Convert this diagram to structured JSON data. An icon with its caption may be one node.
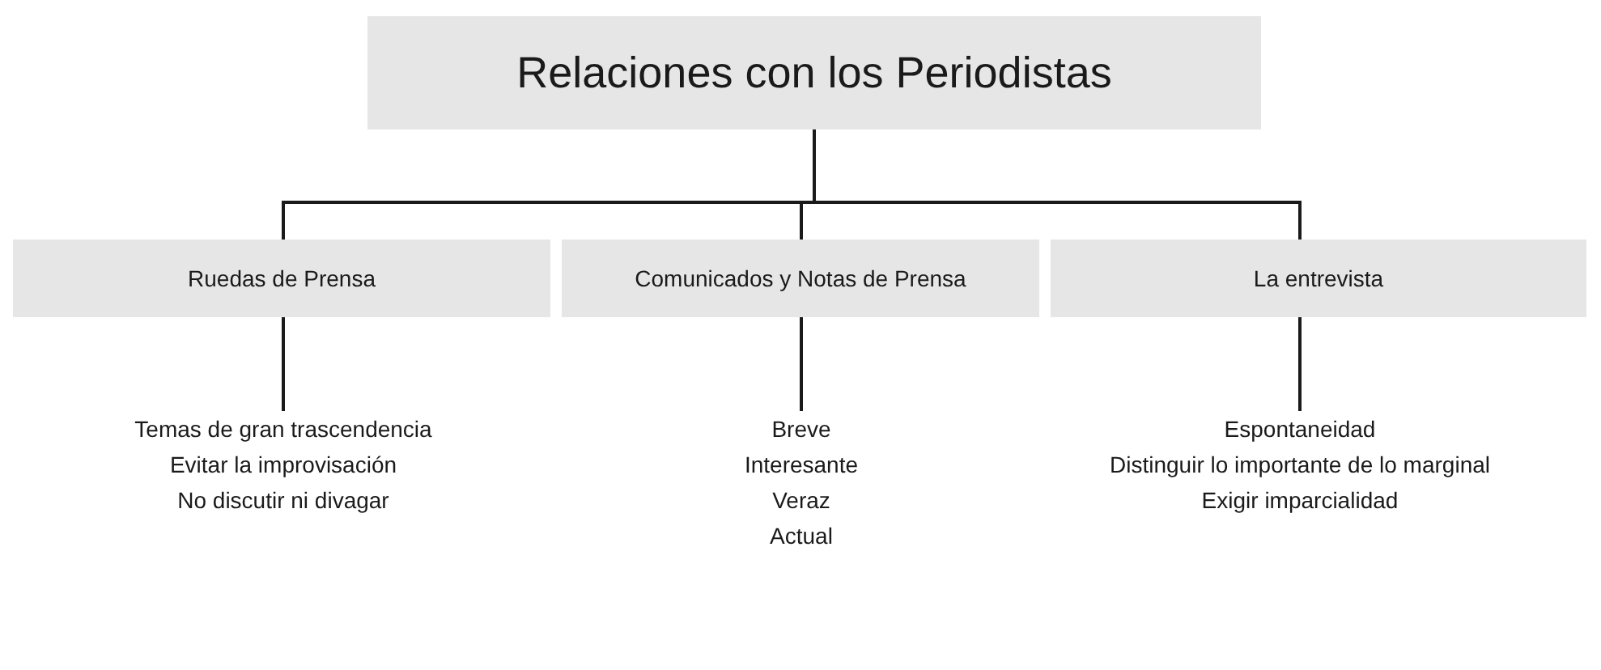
{
  "diagram": {
    "nodes": [
      {
        "text": [
          "Relaciones con los Periodistas"
        ]
      },
      {
        "text": [
          "Ruedas de Prensa"
        ]
      },
      {
        "text": [
          "Comunicados y Notas de Prensa"
        ]
      },
      {
        "text": [
          "La entrevista"
        ]
      },
      {
        "text": [
          "Temas de gran trascendencia",
          "Evitar la improvisación",
          "No discutir ni divagar"
        ]
      },
      {
        "text": [
          "Breve",
          "Interesante",
          "Veraz",
          "Actual"
        ]
      },
      {
        "text": [
          "Espontaneidad",
          "Distinguir lo importante de lo marginal",
          "Exigir imparcialidad"
        ]
      }
    ],
    "edges": [
      {
        "from": 0,
        "to": 1,
        "arrow": "none"
      },
      {
        "from": 0,
        "to": 2,
        "arrow": "none"
      },
      {
        "from": 0,
        "to": 3,
        "arrow": "none"
      },
      {
        "from": 1,
        "to": 4,
        "arrow": "none"
      },
      {
        "from": 2,
        "to": 5,
        "arrow": "none"
      },
      {
        "from": 3,
        "to": 6,
        "arrow": "none"
      }
    ]
  }
}
